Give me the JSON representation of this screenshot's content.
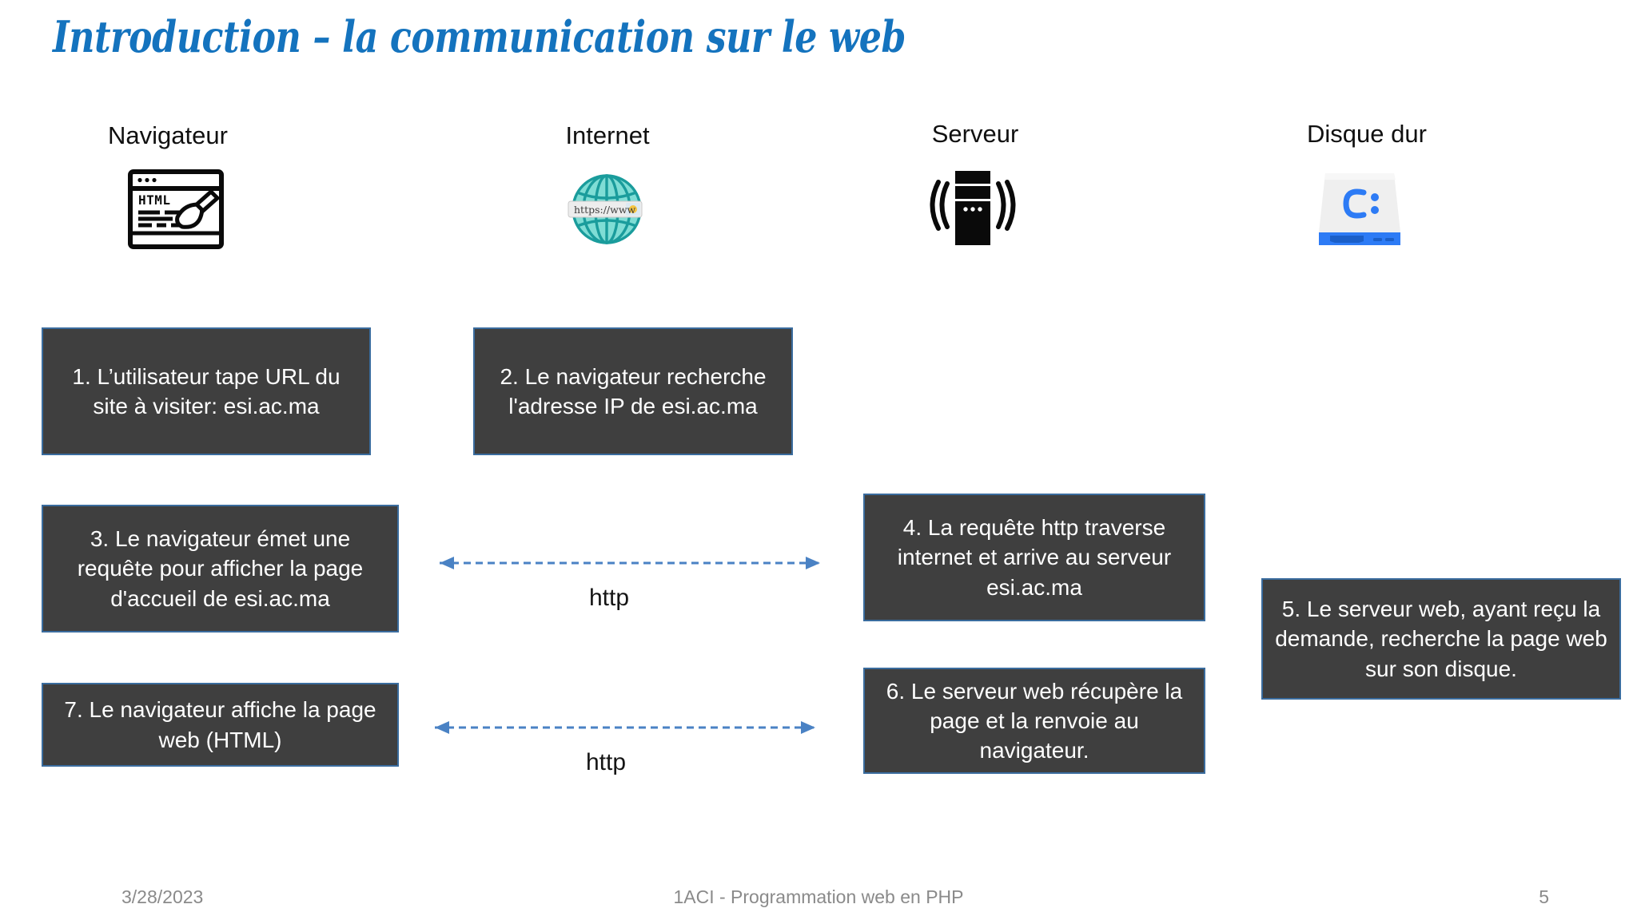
{
  "slide": {
    "title": "Introduction – la communication sur le web",
    "title_color": "#1473BE",
    "background": "#FFFFFF"
  },
  "columns": [
    {
      "label": "Navigateur",
      "icon": "html-browser-window-icon"
    },
    {
      "label": "Internet",
      "icon": "globe-url-icon"
    },
    {
      "label": "Serveur",
      "icon": "server-tower-signal-icon"
    },
    {
      "label": "Disque dur",
      "icon": "hard-disk-drive-icon"
    }
  ],
  "icon_text": {
    "browser_label": "HTML",
    "globe_url": "https://www",
    "disk_drive_letter": "C:"
  },
  "steps": [
    {
      "n": "1",
      "text": "1. L’utilisateur tape URL du site à visiter: esi.ac.ma"
    },
    {
      "n": "2",
      "text": "2. Le navigateur recherche l'adresse IP de esi.ac.ma"
    },
    {
      "n": "3",
      "text": "3. Le navigateur émet une requête pour afficher la page d'accueil de esi.ac.ma"
    },
    {
      "n": "4",
      "text": "4. La requête http traverse internet et arrive au serveur esi.ac.ma"
    },
    {
      "n": "5",
      "text": "5. Le serveur web, ayant reçu la demande, recherche la page web sur son disque."
    },
    {
      "n": "6",
      "text": "6. Le serveur web récupère la page et la renvoie au navigateur."
    },
    {
      "n": "7",
      "text": "7. Le navigateur affiche la page web (HTML)"
    }
  ],
  "box_style": {
    "fill": "#3F3F3F",
    "border": "#3A6C9E",
    "text_color": "#FFFFFF"
  },
  "arrows": [
    {
      "label": "http",
      "direction": "bidirectional",
      "color": "#4A82C4",
      "style": "dashed"
    },
    {
      "label": "http",
      "direction": "bidirectional",
      "color": "#4A82C4",
      "style": "dashed"
    }
  ],
  "footer": {
    "date": "3/28/2023",
    "center": "1ACI - Programmation web en PHP",
    "page_number": "5",
    "color": "#8A8A8A"
  }
}
